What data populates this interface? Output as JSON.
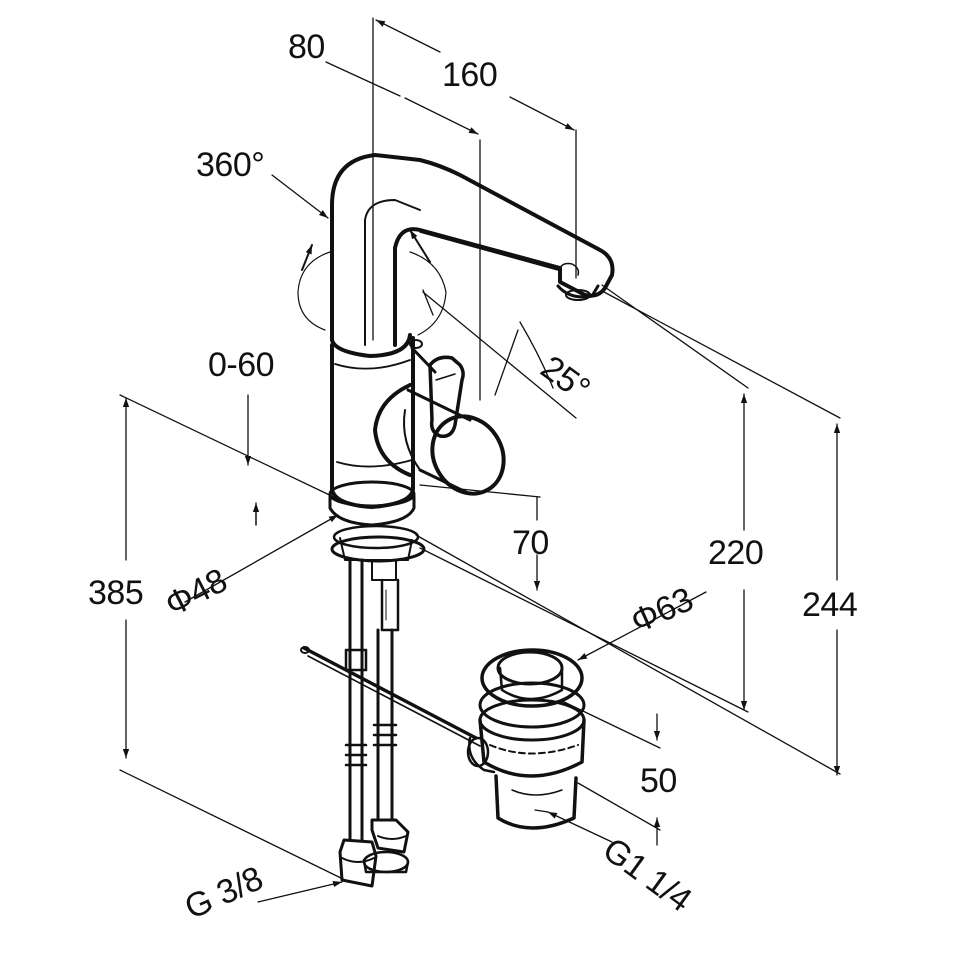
{
  "dimensions": {
    "spout_reach_80": "80",
    "spout_reach_160": "160",
    "swivel_angle": "360°",
    "lever_angle": "25°",
    "lift_range": "0-60",
    "total_height_385": "385",
    "body_diameter": "Φ48",
    "body_height_70": "70",
    "waste_diameter": "Φ63",
    "spout_height_220": "220",
    "overall_height_244": "244",
    "waste_height_50": "50",
    "supply_thread": "G 3/8",
    "waste_thread": "G1 1/4"
  },
  "colors": {
    "line": "#111111",
    "background": "#ffffff"
  }
}
